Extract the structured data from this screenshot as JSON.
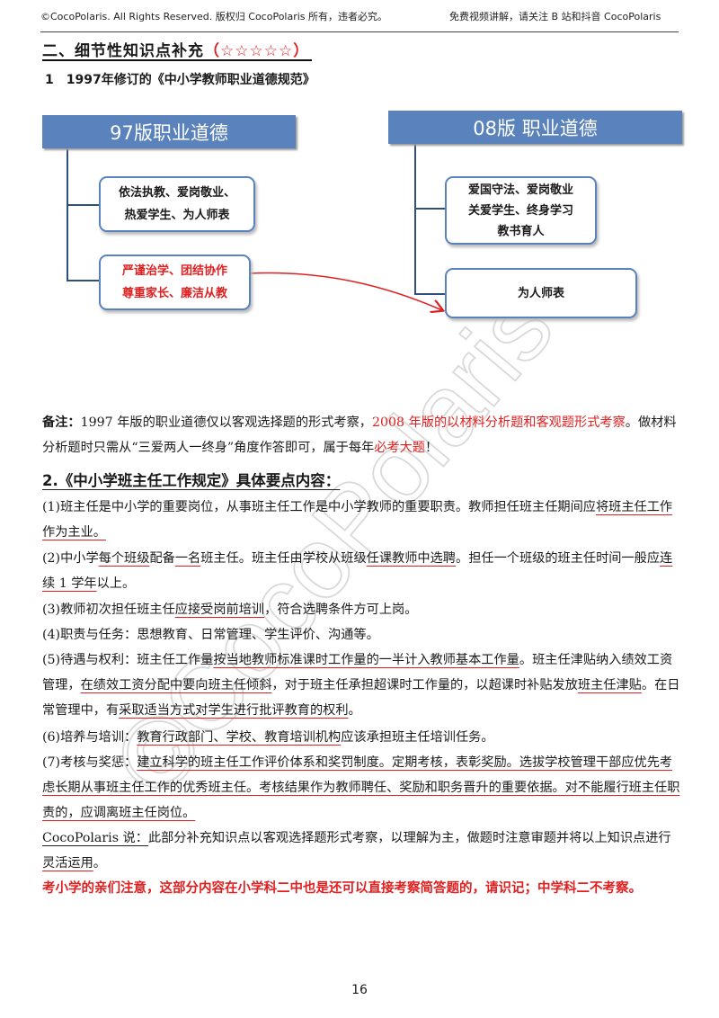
{
  "header": {
    "left": "©CocoPolaris. All Rights Reserved. 版权归 CocoPolaris 所有，违者必究。",
    "right": "免费视频讲解，请关注 B 站和抖音 CocoPolaris"
  },
  "watermark": "©CocoPolaris",
  "section": {
    "title": "二、细节性知识点补充",
    "stars": "（☆☆☆☆☆）"
  },
  "item1": {
    "title": "1　1997年修订的《中小学教师职业道德规范》"
  },
  "diagram": {
    "left_title": "97版职业道德",
    "right_title": "08版 职业道德",
    "left_box1": [
      "依法执教、爱岗敬业、",
      "热爱学生、为人师表"
    ],
    "left_box2": [
      "严谨治学、团结协作",
      "尊重家长、廉洁从教"
    ],
    "right_box1": [
      "爱国守法、爱岗敬业",
      "关爱学生、终身学习",
      "教书育人"
    ],
    "right_box2": [
      "为人师表"
    ],
    "colors": {
      "title_bg": "#5a82bd",
      "box_border": "#5a82bd",
      "highlight": "#e02020"
    }
  },
  "note": {
    "label": "备注：",
    "text1": "1997 年版的职业道德仅以客观选择题的形式考察，",
    "red1": "2008 年版的以材料分析题和客观题形式考察",
    "text2": "。做材料分析题时只需从“三爱两人一终身”角度作答即可，属于每年",
    "red2": "必考大题",
    "text3": "！"
  },
  "item2": {
    "title": "2.《中小学班主任工作规定》具体要点内容："
  },
  "points": {
    "p1a": "(1)班主任是中小学的重要岗位，从事班主任工作是中小学教师的重要职责。教师担任班主任期间应",
    "p1b": "将班主任工作作为主业。",
    "p2a": "(2)中小学",
    "p2b": "每个班级",
    "p2c": "配备",
    "p2d": "一名",
    "p2e": "班主任。班主任由学校从班级",
    "p2f": "任课教师中选聘",
    "p2g": "。担任一个班级的班主任时间一般应",
    "p2h": "连续 1 学年",
    "p2i": "以上。",
    "p3a": "(3)教师初次担任班主任",
    "p3b": "应接受岗前培训",
    "p3c": "，符合选聘条件方可上岗。",
    "p4": "(4)职责与任务：思想教育、日常管理、学生评价、沟通等。",
    "p5a": "(5)待遇与权利：班主任工作量",
    "p5b": "按当地教师标准课时工作量的一半计入教师基本工作量",
    "p5c": "。班主任津贴纳入绩效工资管理，",
    "p5d": "在绩效工资分配中要向班主任倾斜",
    "p5e": "，对于班主任承担超课时工作量的，以超课时补贴发放",
    "p5f": "班主任津贴",
    "p5g": "。在日常管理中，有",
    "p5h": "采取适当方式对学生进行批评教育的权利",
    "p5i": "。",
    "p6a": "(6)培养与培训：",
    "p6b": "教育行政部门、学校、教育培训机构",
    "p6c": "应该承担班主任培训任务。",
    "p7a": "(7)考核与奖惩：",
    "p7b": "建立科学的班主任工作评价体系和奖罚制度。定期考核，表彰奖励。选拔学校管理干部应优先考虑长期从事班主任工作的优秀班主任。考核结果作为教师聘任、奖励和职务晋升的重要依据。对不能履行班主任职责的，应调离班主任岗位。"
  },
  "coco": {
    "name": "CocoPolaris 说：",
    "text1": "此部分补充知识点以客观选择题形式考察，以理解为主，做题时注意审题并将以上知识点进行",
    "text2": "灵活运用",
    "text3": "。"
  },
  "closing": "考小学的亲们注意，这部分内容在小学科二中也是还可以直接考察简答题的，请识记；中学科二不考察。",
  "page_number": "16"
}
